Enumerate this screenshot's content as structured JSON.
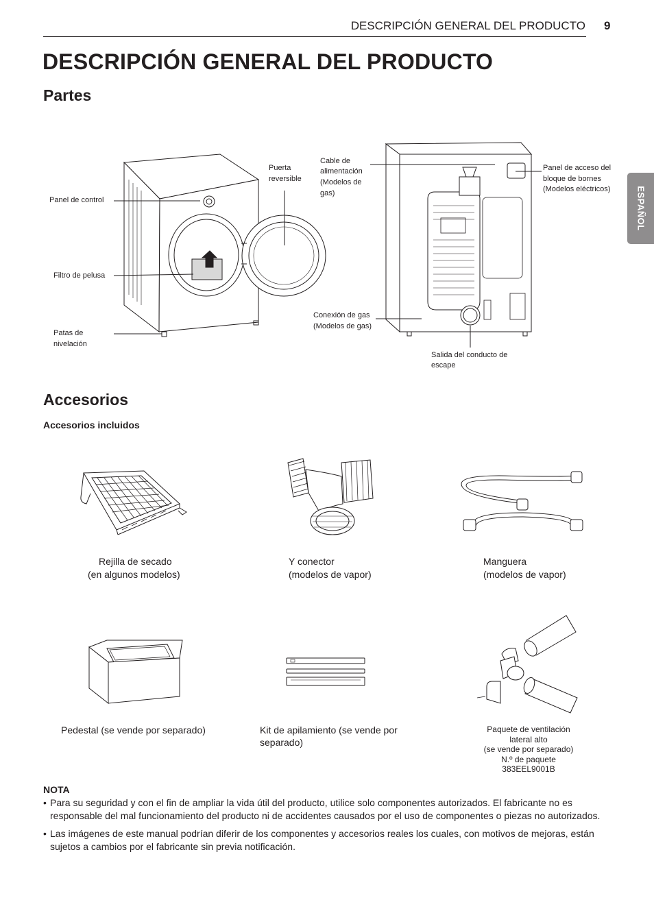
{
  "header": {
    "running_title": "DESCRIPCIÓN GENERAL DEL PRODUCTO",
    "page_number": "9"
  },
  "side_tab": {
    "label": "ESPAÑOL"
  },
  "title": "DESCRIPCIÓN GENERAL DEL PRODUCTO",
  "parts": {
    "heading": "Partes",
    "front_labels": {
      "control_panel": "Panel de control",
      "lint_filter": "Filtro de pelusa",
      "leveling_feet_1": "Patas de",
      "leveling_feet_2": "nivelación",
      "reversible_door_1": "Puerta",
      "reversible_door_2": "reversible"
    },
    "back_labels": {
      "power_cord_1": "Cable de",
      "power_cord_2": "alimentación",
      "power_cord_3": "(Modelos de",
      "power_cord_4": "gas)",
      "terminal_panel_1": "Panel de acceso del",
      "terminal_panel_2": "bloque de bornes",
      "terminal_panel_3": "(Modelos eléctricos)",
      "gas_connection_1": "Conexión de gas",
      "gas_connection_2": "(Modelos de gas)",
      "exhaust_1": "Salida del conducto de",
      "exhaust_2": "escape"
    }
  },
  "accessories": {
    "heading": "Accesorios",
    "subheading": "Accesorios incluidos",
    "items": [
      {
        "line1": "Rejilla de secado",
        "line2": "(en algunos modelos)"
      },
      {
        "line1": "Y conector",
        "line2": "(modelos de vapor)"
      },
      {
        "line1": "Manguera",
        "line2": "(modelos de vapor)"
      },
      {
        "line1": "Pedestal (se vende por separado)",
        "line2": ""
      },
      {
        "line1": "Kit de apilamiento (se vende por",
        "line2": "separado)"
      },
      {
        "line1": "Paquete de ventilación",
        "line2": "lateral alto",
        "line3": "(se vende por separado)",
        "line4": "N.º de paquete",
        "line5": "383EEL9001B"
      }
    ]
  },
  "note": {
    "title": "NOTA",
    "bullet": "•",
    "items": [
      "Para su seguridad y con el fin de ampliar la vida útil del producto, utilice solo componentes autorizados. El fabricante no es responsable del mal funcionamiento del producto ni de accidentes causados por el uso de componentes o piezas no autorizados.",
      "Las imágenes de este manual podrían diferir de los componentes y accesorios reales los cuales, con motivos de mejoras, están sujetos a cambios por el fabricante sin previa notificación."
    ]
  }
}
